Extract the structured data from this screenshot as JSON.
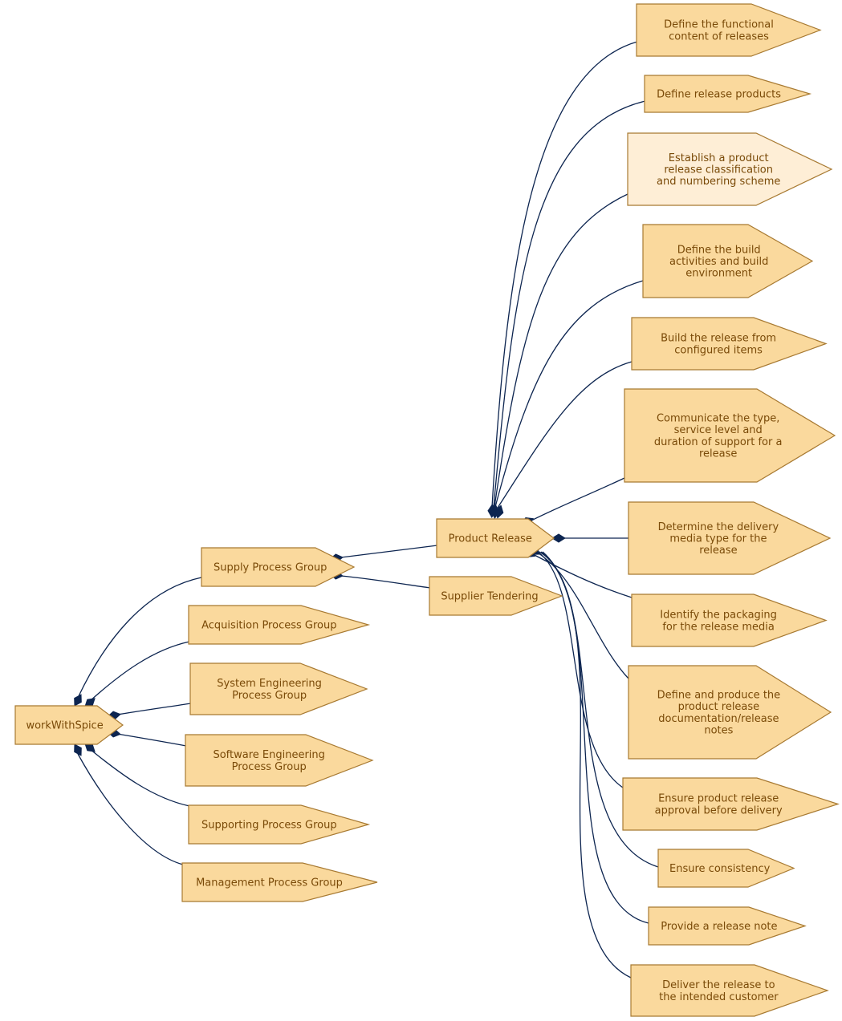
{
  "colors": {
    "node_fill": "#fad99d",
    "node_fill_highlight": "#feeed6",
    "node_stroke": "#a87a32",
    "node_text": "#7a4a08",
    "edge": "#0d2550"
  },
  "nodes": [
    {
      "id": "root",
      "lines": [
        "workWithSpice"
      ],
      "highlight": false
    },
    {
      "id": "supply",
      "lines": [
        "Supply Process Group"
      ],
      "highlight": false
    },
    {
      "id": "acquisition",
      "lines": [
        "Acquisition Process Group"
      ],
      "highlight": false
    },
    {
      "id": "syseng",
      "lines": [
        "System Engineering",
        "Process Group"
      ],
      "highlight": false
    },
    {
      "id": "sweng",
      "lines": [
        "Software Engineering",
        "Process Group"
      ],
      "highlight": false
    },
    {
      "id": "supporting",
      "lines": [
        "Supporting Process Group"
      ],
      "highlight": false
    },
    {
      "id": "management",
      "lines": [
        "Management Process Group"
      ],
      "highlight": false
    },
    {
      "id": "release",
      "lines": [
        "Product Release"
      ],
      "highlight": false
    },
    {
      "id": "tendering",
      "lines": [
        "Supplier Tendering"
      ],
      "highlight": false
    },
    {
      "id": "bp1",
      "lines": [
        "Define the functional",
        "content of releases"
      ],
      "highlight": false
    },
    {
      "id": "bp2",
      "lines": [
        "Define release products"
      ],
      "highlight": false
    },
    {
      "id": "bp3",
      "lines": [
        "Establish a product",
        "release classification",
        "and numbering scheme"
      ],
      "highlight": true
    },
    {
      "id": "bp4",
      "lines": [
        "Define the build",
        "activities and build",
        "environment"
      ],
      "highlight": false
    },
    {
      "id": "bp5",
      "lines": [
        "Build the release from",
        "configured items"
      ],
      "highlight": false
    },
    {
      "id": "bp6",
      "lines": [
        "Communicate the type,",
        "service level and",
        "duration of support for a",
        "release"
      ],
      "highlight": false
    },
    {
      "id": "bp7",
      "lines": [
        "Determine the delivery",
        "media type for the",
        "release"
      ],
      "highlight": false
    },
    {
      "id": "bp8",
      "lines": [
        "Identify the packaging",
        "for the release media"
      ],
      "highlight": false
    },
    {
      "id": "bp9",
      "lines": [
        "Define and produce the",
        "product release",
        "documentation/release",
        "notes"
      ],
      "highlight": false
    },
    {
      "id": "bp10",
      "lines": [
        "Ensure product release",
        "approval before delivery"
      ],
      "highlight": false
    },
    {
      "id": "bp11",
      "lines": [
        "Ensure consistency"
      ],
      "highlight": false
    },
    {
      "id": "bp12",
      "lines": [
        "Provide a release note"
      ],
      "highlight": false
    },
    {
      "id": "bp13",
      "lines": [
        "Deliver the release to",
        "the intended customer"
      ],
      "highlight": false
    }
  ],
  "edges": [
    {
      "from": "root",
      "to": "supply"
    },
    {
      "from": "root",
      "to": "acquisition"
    },
    {
      "from": "root",
      "to": "syseng"
    },
    {
      "from": "root",
      "to": "sweng"
    },
    {
      "from": "root",
      "to": "supporting"
    },
    {
      "from": "root",
      "to": "management"
    },
    {
      "from": "supply",
      "to": "release"
    },
    {
      "from": "supply",
      "to": "tendering"
    },
    {
      "from": "release",
      "to": "bp1"
    },
    {
      "from": "release",
      "to": "bp2"
    },
    {
      "from": "release",
      "to": "bp3"
    },
    {
      "from": "release",
      "to": "bp4"
    },
    {
      "from": "release",
      "to": "bp5"
    },
    {
      "from": "release",
      "to": "bp6"
    },
    {
      "from": "release",
      "to": "bp7"
    },
    {
      "from": "release",
      "to": "bp8"
    },
    {
      "from": "release",
      "to": "bp9"
    },
    {
      "from": "release",
      "to": "bp10"
    },
    {
      "from": "release",
      "to": "bp11"
    },
    {
      "from": "release",
      "to": "bp12"
    },
    {
      "from": "release",
      "to": "bp13"
    }
  ]
}
